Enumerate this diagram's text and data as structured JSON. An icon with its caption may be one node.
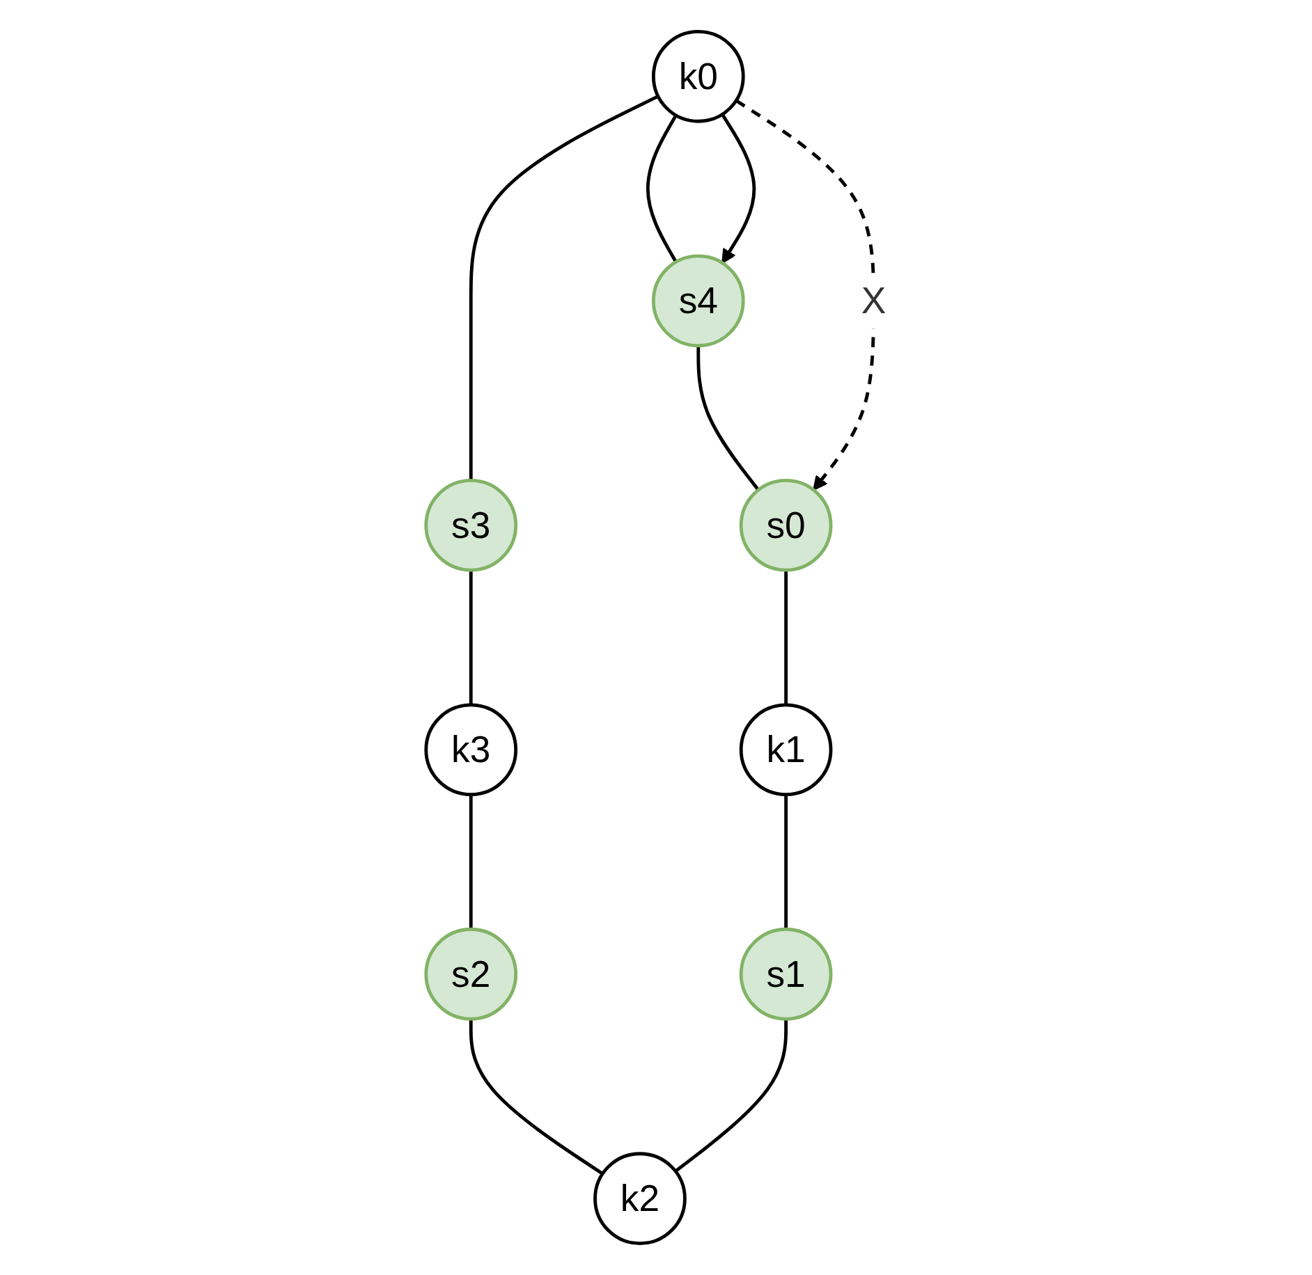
{
  "diagram": {
    "nodes": [
      {
        "text": [
          "k0"
        ]
      },
      {
        "text": [
          "s4"
        ]
      },
      {
        "text": [
          "s3"
        ]
      },
      {
        "text": [
          "s0"
        ]
      },
      {
        "text": [
          "k3"
        ]
      },
      {
        "text": [
          "k1"
        ]
      },
      {
        "text": [
          "s2"
        ]
      },
      {
        "text": [
          "s1"
        ]
      },
      {
        "text": [
          "k2"
        ]
      }
    ],
    "edges": [
      {
        "from": 0,
        "to": 2,
        "arrow": "none"
      },
      {
        "from": 2,
        "to": 4,
        "arrow": "none"
      },
      {
        "from": 4,
        "to": 6,
        "arrow": "none"
      },
      {
        "from": 6,
        "to": 8,
        "arrow": "none"
      },
      {
        "from": 0,
        "to": 1,
        "arrow": "none"
      },
      {
        "from": 1,
        "to": 3,
        "arrow": "none"
      },
      {
        "from": 3,
        "to": 5,
        "arrow": "none"
      },
      {
        "from": 5,
        "to": 7,
        "arrow": "none"
      },
      {
        "from": 7,
        "to": 8,
        "arrow": "none"
      },
      {
        "from": 0,
        "to": 1,
        "arrow": "to"
      },
      {
        "from": 0,
        "to": 3,
        "arrow": "to",
        "style": "dashed",
        "label": "X"
      }
    ]
  }
}
